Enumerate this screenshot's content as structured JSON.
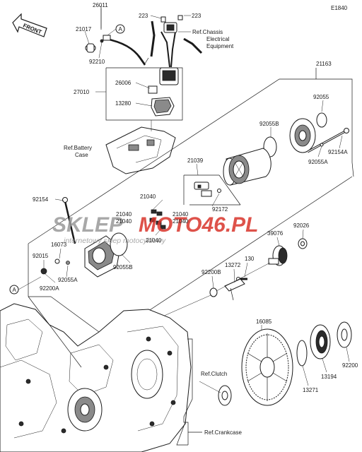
{
  "diagram_code": "E1840",
  "front_label": "FRONT",
  "callout_marker": "A",
  "watermark": {
    "brand_left": "SKLEP",
    "brand_right": "MOTO46.PL",
    "tagline": "internetowy sklep motocyklowy",
    "brand_color": "#d9342b",
    "grey_color": "#9a9a9a"
  },
  "refs": {
    "chassis": [
      "Ref.Chassis",
      "Electrical",
      "Equipment"
    ],
    "battery": [
      "Ref.Battery",
      "Case"
    ],
    "clutch": "Ref.Clutch",
    "crankcase": "Ref.Crankcase"
  },
  "parts": {
    "p26011": "26011",
    "p21017": "21017",
    "p92210": "92210",
    "p223a": "223",
    "p223b": "223",
    "p27010": "27010",
    "p26006": "26006",
    "p13280": "13280",
    "p21163": "21163",
    "p92055": "92055",
    "p92055b_top": "92055B",
    "p92154a": "92154A",
    "p92055a_top": "92055A",
    "p21039": "21039",
    "p92172": "92172",
    "p21040_a": "21040",
    "p21040_b": "21040",
    "p21040_c": "21040",
    "p21040_d": "21040",
    "p21040_e": "21040",
    "p21040_f": "21040",
    "p92154": "92154",
    "p16073": "16073",
    "p92015": "92015",
    "p92055a_low": "92055A",
    "p92200a": "92200A",
    "p92055b_low": "92055B",
    "p39076": "39076",
    "p92026": "92026",
    "p130": "130",
    "p13272": "13272",
    "p92200b": "92200B",
    "p16085": "16085",
    "p13271": "13271",
    "p13194": "13194",
    "p92200": "92200"
  }
}
